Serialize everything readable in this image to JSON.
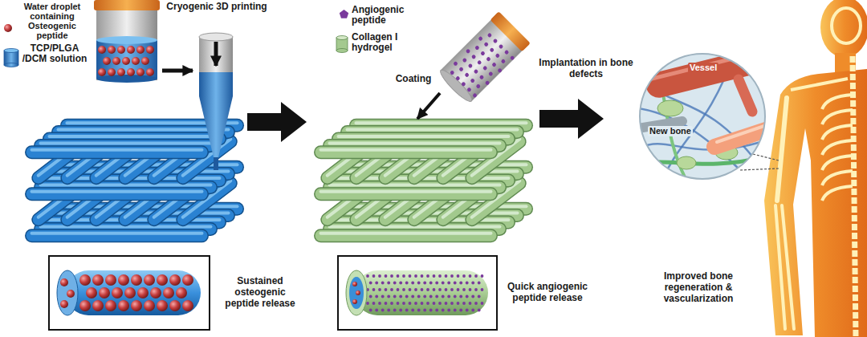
{
  "diagram": {
    "nodes": [
      {
        "text": [
          "Sustained osteogenic peptide release"
        ]
      },
      {
        "text": [
          "Quick angiogenic peptide release"
        ]
      },
      {
        "text": [
          "Vessel",
          "New bone"
        ]
      }
    ],
    "labels": [
      "Cryogenic 3D printing",
      "Coating",
      "Implantation in bone defects",
      "Improved bone regeneration & vascularization"
    ],
    "legend": [
      {
        "text": "Water droplet containing Osteogenic peptide"
      },
      {
        "text": "TCP/PLGA /DCM solution"
      },
      {
        "text": "Angiogenic peptide"
      },
      {
        "text": "Collagen I hydrogel"
      }
    ]
  }
}
